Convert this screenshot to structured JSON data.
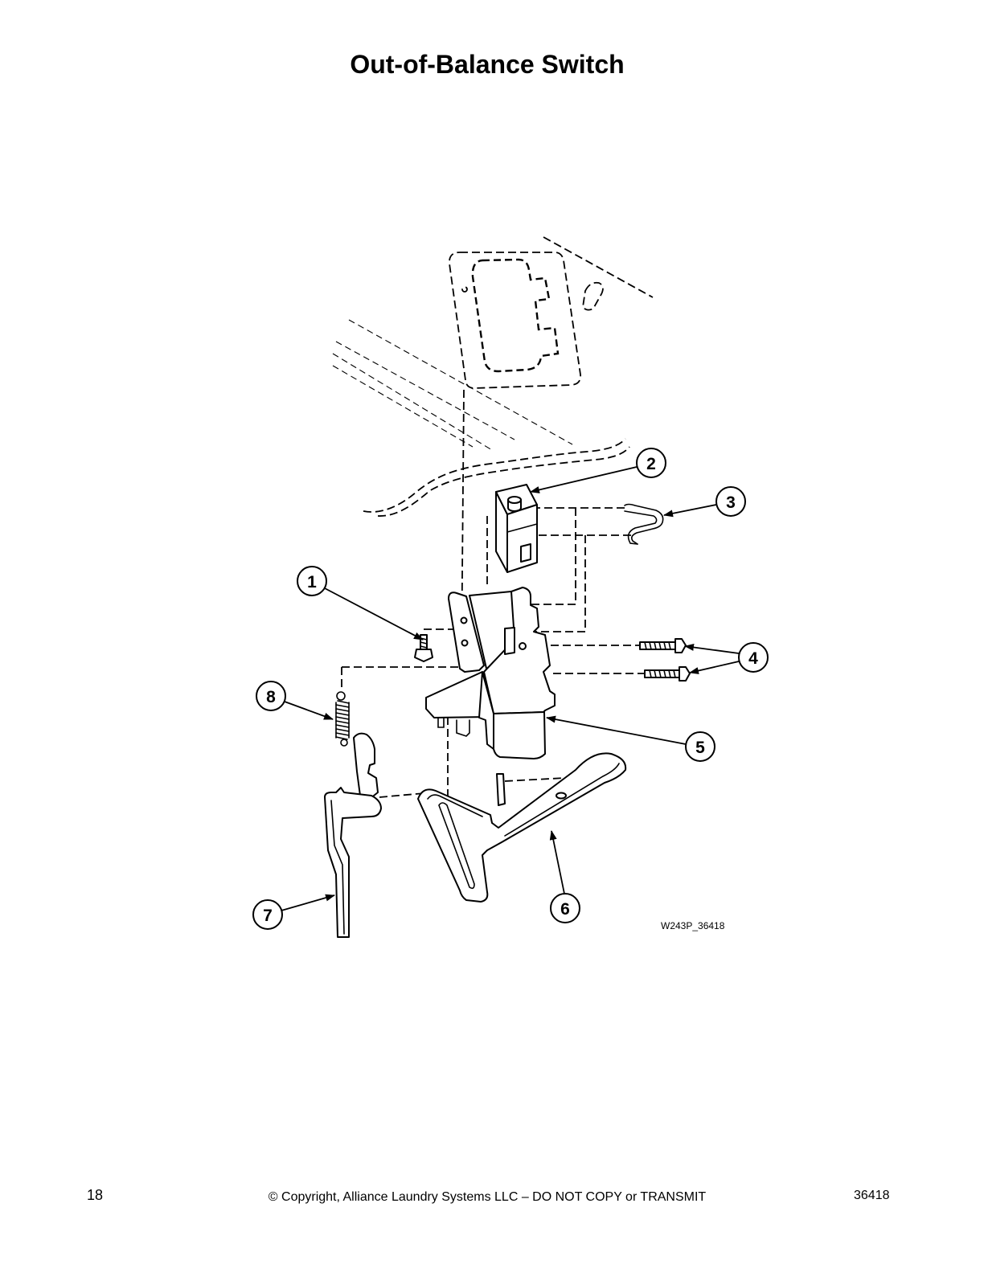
{
  "page": {
    "title": "Out-of-Balance Switch",
    "page_number": "18",
    "copyright": "© Copyright, Alliance Laundry Systems LLC – DO NOT COPY or TRANSMIT",
    "doc_number": "36418"
  },
  "figure": {
    "id": "W243P_36418",
    "callouts": [
      "1",
      "2",
      "3",
      "4",
      "5",
      "6",
      "7",
      "8"
    ]
  }
}
